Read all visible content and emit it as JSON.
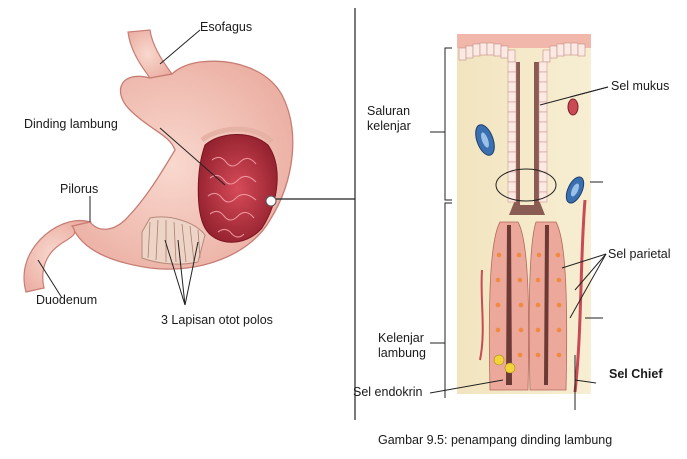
{
  "labels": {
    "esofagus": "Esofagus",
    "dinding_lambung": "Dinding lambung",
    "pilorus": "Pilorus",
    "duodenum": "Duodenum",
    "lapisan_otot": "3 Lapisan otot polos",
    "saluran_kelenjar": "Saluran\nkelenjar",
    "sel_mukus": "Sel mukus",
    "sel_parietal": "Sel parietal",
    "kelenjar_lambung": "Kelenjar\nlambung",
    "sel_chief": "Sel Chief",
    "sel_endokrin": "Sel endokrin"
  },
  "caption": "Gambar 9.5: penampang dinding lambung",
  "colors": {
    "stomach_outer": "#f3c3b8",
    "stomach_outline": "#c77d74",
    "mucosa": "#b5303f",
    "tissue_bg": "#f4e9c8",
    "epithelium": "#f7d6cc",
    "blood_vessel": "#3a6fb0",
    "cell_yellow": "#f2d33a"
  }
}
